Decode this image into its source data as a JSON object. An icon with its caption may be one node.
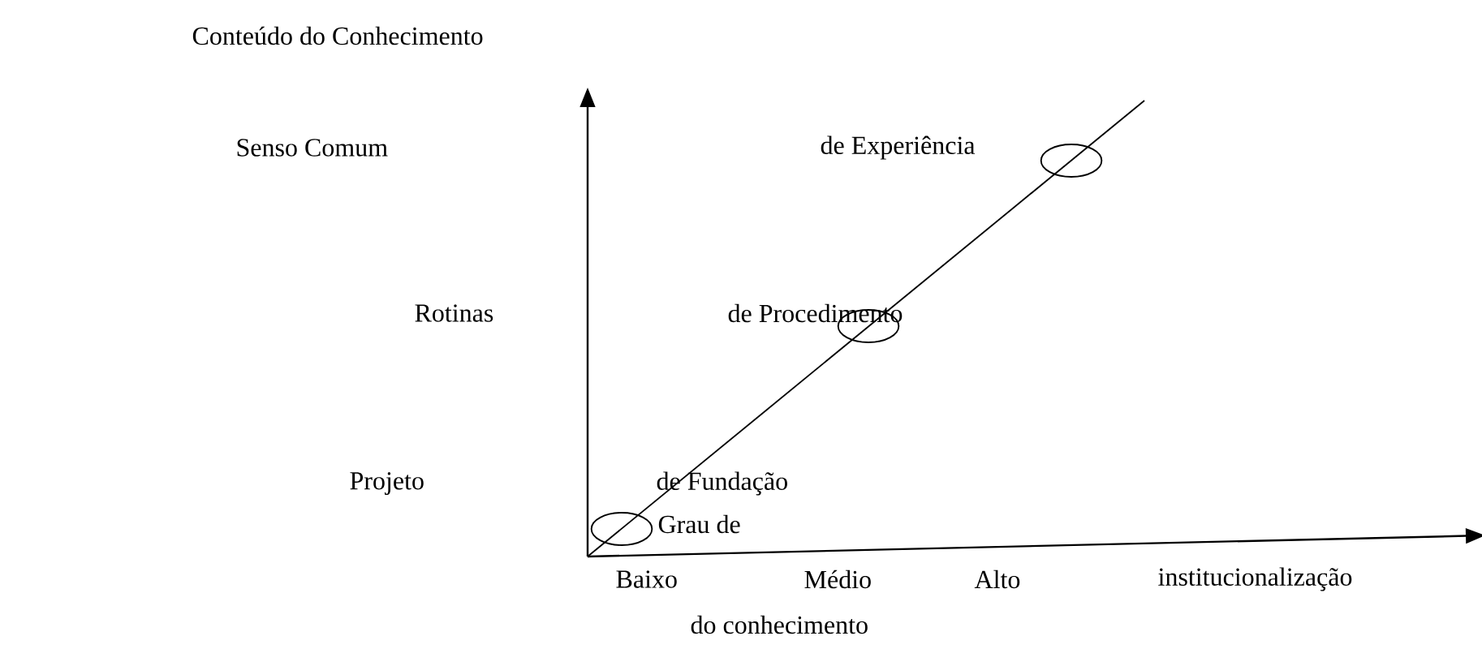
{
  "diagram": {
    "title": "Conteúdo do Conhecimento",
    "labels": [
      "Senso Comum",
      "de Experiência",
      "Rotinas",
      "de Procedimento",
      "Projeto",
      "de Fundação",
      "Grau de",
      "Baixo",
      "Médio",
      "Alto",
      "institucionalização",
      "do conhecimento"
    ]
  }
}
